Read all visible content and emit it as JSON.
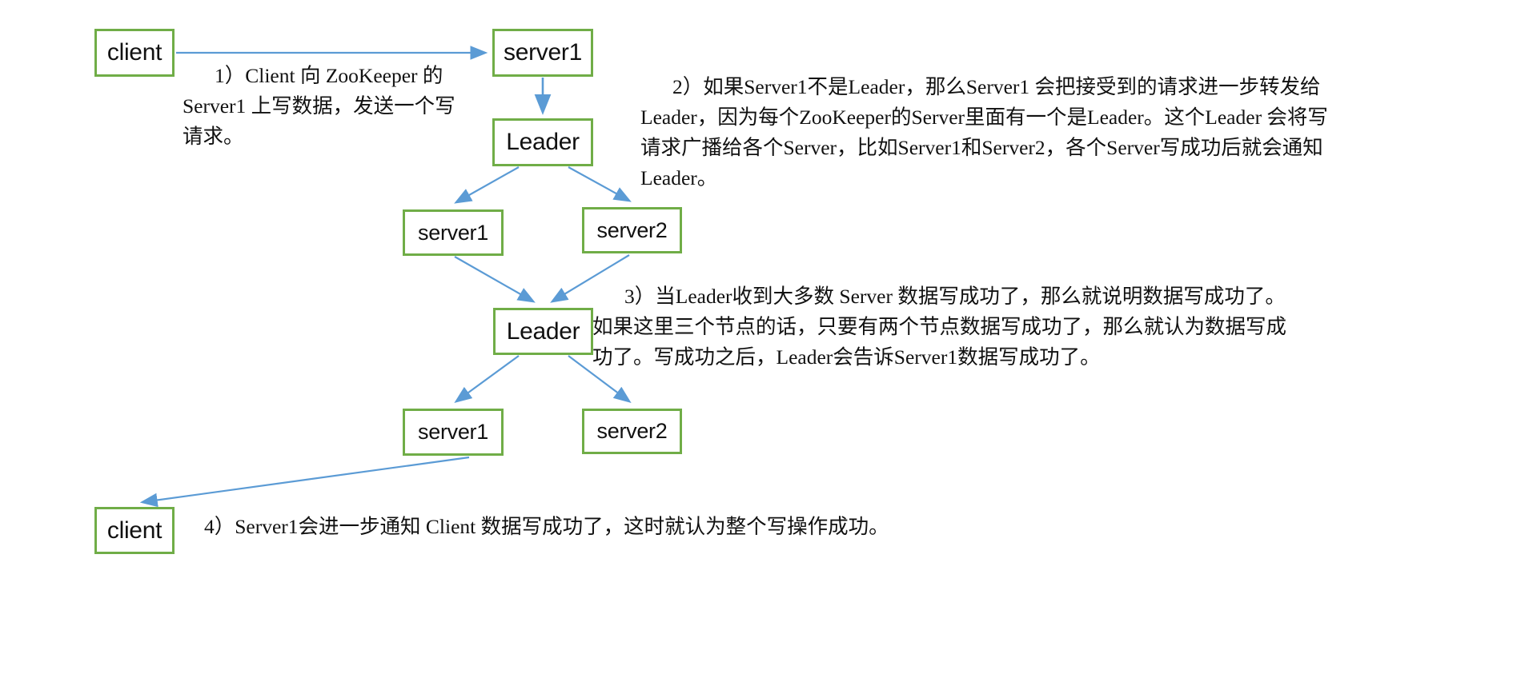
{
  "diagram": {
    "title": "ZooKeeper write request flow",
    "colors": {
      "node_border": "#70AD47",
      "node_fill": "#FFFFFF",
      "arrow": "#5B9BD5",
      "text": "#111111"
    },
    "nodes": [
      {
        "id": "client-top",
        "label": "client"
      },
      {
        "id": "server1-top",
        "label": "server1"
      },
      {
        "id": "leader-1",
        "label": "Leader"
      },
      {
        "id": "server1-mid",
        "label": "server1"
      },
      {
        "id": "server2-mid",
        "label": "server2"
      },
      {
        "id": "leader-2",
        "label": "Leader"
      },
      {
        "id": "server1-bot",
        "label": "server1"
      },
      {
        "id": "server2-bot",
        "label": "server2"
      },
      {
        "id": "client-bottom",
        "label": "client"
      }
    ],
    "edges": [
      {
        "from": "client-top",
        "to": "server1-top"
      },
      {
        "from": "server1-top",
        "to": "leader-1"
      },
      {
        "from": "leader-1",
        "to": "server1-mid"
      },
      {
        "from": "leader-1",
        "to": "server2-mid"
      },
      {
        "from": "server1-mid",
        "to": "leader-2"
      },
      {
        "from": "server2-mid",
        "to": "leader-2"
      },
      {
        "from": "leader-2",
        "to": "server1-bot"
      },
      {
        "from": "leader-2",
        "to": "server2-bot"
      },
      {
        "from": "server1-bot",
        "to": "client-bottom"
      }
    ]
  },
  "steps": {
    "step1": {
      "lines": [
        "1）Client 向 ZooKeeper 的",
        "Server1 上写数据，发送一个写",
        "请求。"
      ]
    },
    "step2": {
      "lines": [
        "2）如果Server1不是Leader，那么Server1 会把接受到的请求进一步转发给",
        "Leader，因为每个ZooKeeper的Server里面有一个是Leader。这个Leader 会将写",
        "请求广播给各个Server，比如Server1和Server2，各个Server写成功后就会通知",
        "Leader。"
      ]
    },
    "step3": {
      "lines": [
        "3）当Leader收到大多数 Server 数据写成功了，那么就说明数据写成功了。",
        "如果这里三个节点的话，只要有两个节点数据写成功了，那么就认为数据写成",
        "功了。写成功之后，Leader会告诉Server1数据写成功了。"
      ]
    },
    "step4": {
      "lines": [
        "4）Server1会进一步通知 Client 数据写成功了，这时就认为整个写操作成功。"
      ]
    }
  }
}
